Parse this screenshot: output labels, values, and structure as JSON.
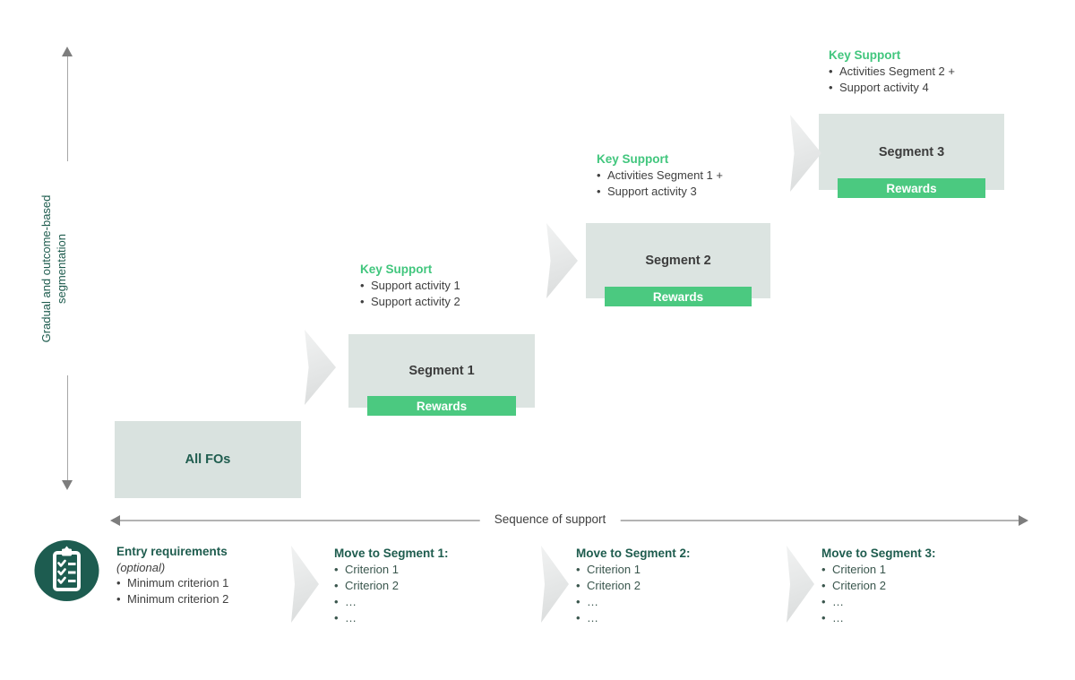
{
  "colors": {
    "accent_green": "#41c67d",
    "rewards_green": "#4bc980",
    "dark_teal": "#1e5c4e",
    "box_fill": "#dce4e1",
    "body_text": "#404040",
    "chevron_gray": "#e4e6e6",
    "axis_gray": "#a6a6a6"
  },
  "vertical_axis": {
    "label": "Gradual and outcome-based segmentation"
  },
  "horizontal_axis": {
    "label": "Sequence of support"
  },
  "segments": [
    {
      "name": "All FOs"
    },
    {
      "name": "Segment 1",
      "rewards": "Rewards",
      "key_support": {
        "title": "Key Support",
        "items": [
          "Support activity 1",
          "Support activity 2"
        ]
      }
    },
    {
      "name": "Segment 2",
      "rewards": "Rewards",
      "key_support": {
        "title": "Key Support",
        "items": [
          "Activities Segment 1 +",
          "Support activity 3"
        ]
      }
    },
    {
      "name": "Segment 3",
      "rewards": "Rewards",
      "key_support": {
        "title": "Key Support",
        "items": [
          "Activities Segment 2 +",
          "Support activity 4"
        ]
      }
    }
  ],
  "criteria_row": [
    {
      "icon": "clipboard-checklist-icon",
      "title": "Entry requirements",
      "subtitle": "(optional)",
      "items": [
        "Minimum criterion 1",
        "Minimum criterion 2"
      ]
    },
    {
      "title": "Move to Segment 1:",
      "items": [
        "Criterion 1",
        "Criterion 2",
        "…",
        "…"
      ]
    },
    {
      "title": "Move to Segment 2:",
      "items": [
        "Criterion 1",
        "Criterion 2",
        "…",
        "…"
      ]
    },
    {
      "title": "Move to Segment 3:",
      "items": [
        "Criterion 1",
        "Criterion 2",
        "…",
        "…"
      ]
    }
  ]
}
